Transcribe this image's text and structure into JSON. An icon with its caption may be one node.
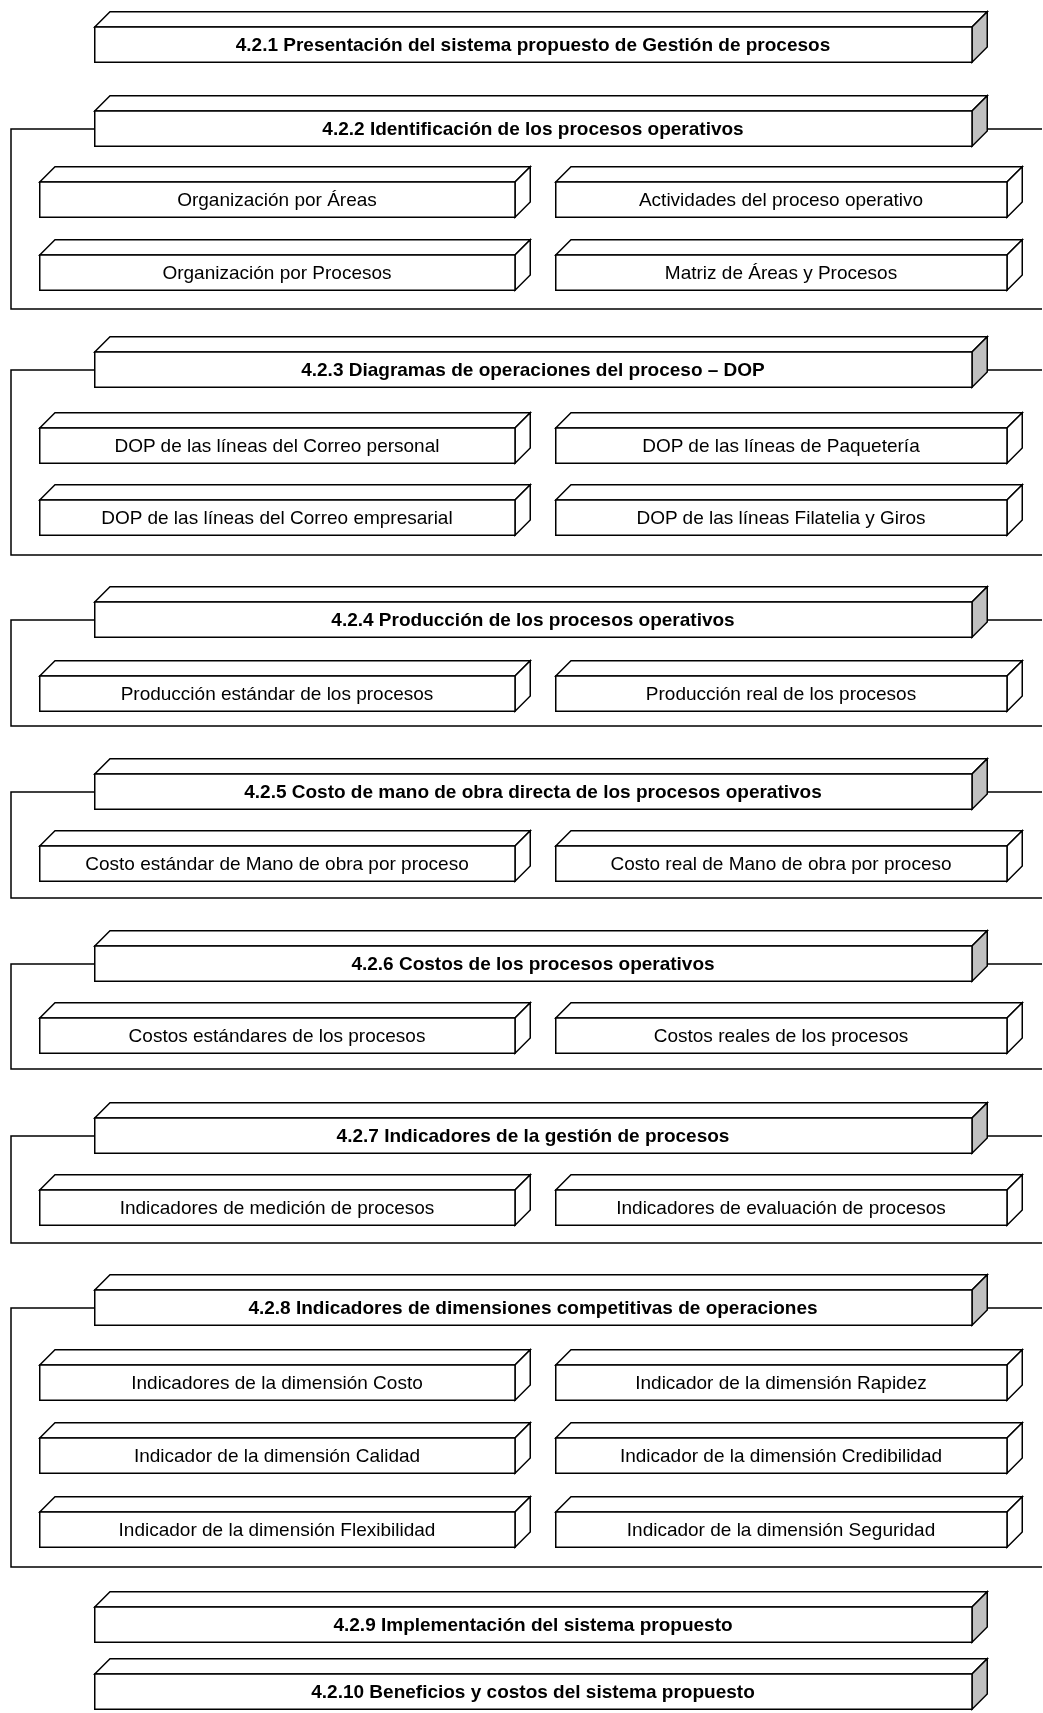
{
  "diagram": {
    "nodes": [
      {
        "text": [
          "4.2.1 Presentación del sistema propuesto de Gestión de procesos"
        ]
      },
      {
        "text": [
          "4.2.2 Identificación de los procesos operativos"
        ]
      },
      {
        "text": [
          "Organización por Áreas"
        ]
      },
      {
        "text": [
          "Actividades del proceso operativo"
        ]
      },
      {
        "text": [
          "Organización por Procesos"
        ]
      },
      {
        "text": [
          "Matriz de Áreas y Procesos"
        ]
      },
      {
        "text": [
          "4.2.3 Diagramas de operaciones del proceso – DOP"
        ]
      },
      {
        "text": [
          "DOP de las líneas del Correo personal"
        ]
      },
      {
        "text": [
          "DOP de las líneas de Paquetería"
        ]
      },
      {
        "text": [
          "DOP de las líneas del Correo empresarial"
        ]
      },
      {
        "text": [
          "DOP de las líneas Filatelia y Giros"
        ]
      },
      {
        "text": [
          "4.2.4 Producción de los procesos operativos"
        ]
      },
      {
        "text": [
          "Producción estándar de los procesos"
        ]
      },
      {
        "text": [
          "Producción real de los procesos"
        ]
      },
      {
        "text": [
          "4.2.5 Costo de mano de obra directa de los procesos operativos"
        ]
      },
      {
        "text": [
          "Costo estándar de Mano de obra por proceso"
        ]
      },
      {
        "text": [
          "Costo real de Mano de obra por proceso"
        ]
      },
      {
        "text": [
          "4.2.6 Costos de los procesos operativos"
        ]
      },
      {
        "text": [
          "Costos estándares de los procesos"
        ]
      },
      {
        "text": [
          "Costos reales de los procesos"
        ]
      },
      {
        "text": [
          "4.2.7 Indicadores de la gestión de procesos"
        ]
      },
      {
        "text": [
          "Indicadores de medición de procesos"
        ]
      },
      {
        "text": [
          "Indicadores de evaluación de procesos"
        ]
      },
      {
        "text": [
          "4.2.8 Indicadores de dimensiones competitivas de operaciones"
        ]
      },
      {
        "text": [
          "Indicadores de la dimensión Costo"
        ]
      },
      {
        "text": [
          "Indicador de la dimensión Rapidez"
        ]
      },
      {
        "text": [
          "Indicador de la dimensión Calidad"
        ]
      },
      {
        "text": [
          "Indicador de la dimensión Credibilidad"
        ]
      },
      {
        "text": [
          "Indicador de la dimensión Flexibilidad"
        ]
      },
      {
        "text": [
          "Indicador de la dimensión Seguridad"
        ]
      },
      {
        "text": [
          "4.2.9 Implementación del sistema propuesto"
        ]
      },
      {
        "text": [
          "4.2.10 Beneficios y costos del sistema propuesto"
        ]
      }
    ]
  }
}
